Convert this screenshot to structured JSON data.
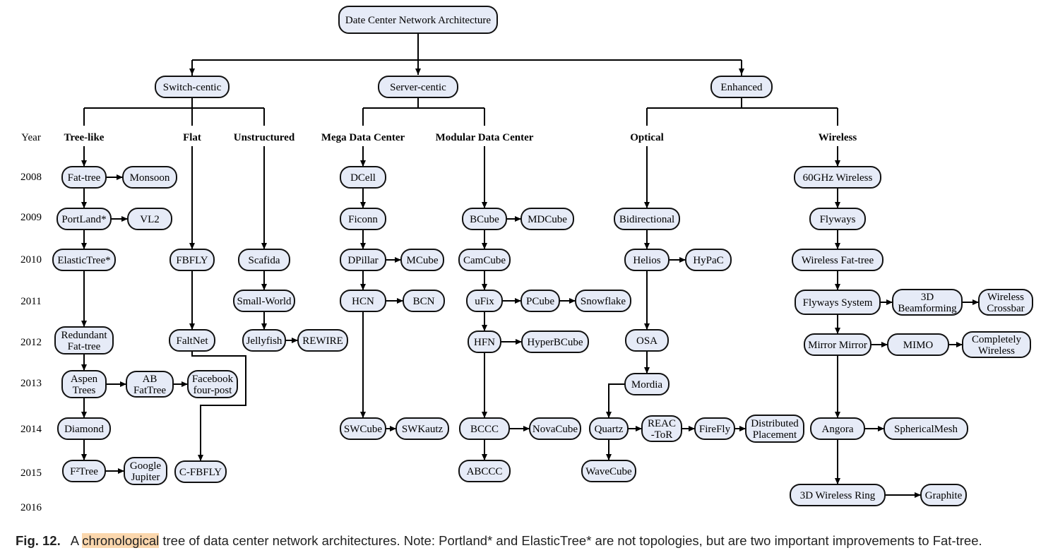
{
  "nodes": [
    {
      "id": "root",
      "lines": [
        "Date Center Network Architecture"
      ]
    },
    {
      "id": "switch",
      "lines": [
        "Switch-centic"
      ]
    },
    {
      "id": "server",
      "lines": [
        "Server-centic"
      ]
    },
    {
      "id": "enhanced",
      "lines": [
        "Enhanced"
      ]
    },
    {
      "id": "fattree",
      "lines": [
        "Fat-tree"
      ]
    },
    {
      "id": "monsoon",
      "lines": [
        "Monsoon"
      ]
    },
    {
      "id": "portland",
      "lines": [
        "PortLand*"
      ]
    },
    {
      "id": "vl2",
      "lines": [
        "VL2"
      ]
    },
    {
      "id": "elastictree",
      "lines": [
        "ElasticTree*"
      ]
    },
    {
      "id": "redundant",
      "lines": [
        "Redundant",
        "Fat-tree"
      ]
    },
    {
      "id": "aspen",
      "lines": [
        "Aspen",
        "Trees"
      ]
    },
    {
      "id": "abfattree",
      "lines": [
        "AB",
        "FatTree"
      ]
    },
    {
      "id": "facebook",
      "lines": [
        "Facebook",
        "four-post"
      ]
    },
    {
      "id": "diamond",
      "lines": [
        "Diamond"
      ]
    },
    {
      "id": "f2tree",
      "lines": [
        "F²Tree"
      ]
    },
    {
      "id": "google",
      "lines": [
        "Google",
        "Jupiter"
      ]
    },
    {
      "id": "fbfly",
      "lines": [
        "FBFLY"
      ]
    },
    {
      "id": "faltnet",
      "lines": [
        "FaltNet"
      ]
    },
    {
      "id": "cfbfly",
      "lines": [
        "C-FBFLY"
      ]
    },
    {
      "id": "scafida",
      "lines": [
        "Scafida"
      ]
    },
    {
      "id": "smallworld",
      "lines": [
        "Small-World"
      ]
    },
    {
      "id": "jellyfish",
      "lines": [
        "Jellyfish"
      ]
    },
    {
      "id": "rewire",
      "lines": [
        "REWIRE"
      ]
    },
    {
      "id": "dcell",
      "lines": [
        "DCell"
      ]
    },
    {
      "id": "ficonn",
      "lines": [
        "Ficonn"
      ]
    },
    {
      "id": "dpillar",
      "lines": [
        "DPillar"
      ]
    },
    {
      "id": "mcube",
      "lines": [
        "MCube"
      ]
    },
    {
      "id": "hcn",
      "lines": [
        "HCN"
      ]
    },
    {
      "id": "bcn",
      "lines": [
        "BCN"
      ]
    },
    {
      "id": "swcube",
      "lines": [
        "SWCube"
      ]
    },
    {
      "id": "swkautz",
      "lines": [
        "SWKautz"
      ]
    },
    {
      "id": "bcube",
      "lines": [
        "BCube"
      ]
    },
    {
      "id": "mdcube",
      "lines": [
        "MDCube"
      ]
    },
    {
      "id": "camcube",
      "lines": [
        "CamCube"
      ]
    },
    {
      "id": "ufix",
      "lines": [
        "uFix"
      ]
    },
    {
      "id": "pcube",
      "lines": [
        "PCube"
      ]
    },
    {
      "id": "snowflake",
      "lines": [
        "Snowflake"
      ]
    },
    {
      "id": "hfn",
      "lines": [
        "HFN"
      ]
    },
    {
      "id": "hyperbcube",
      "lines": [
        "HyperBCube"
      ]
    },
    {
      "id": "bccc",
      "lines": [
        "BCCC"
      ]
    },
    {
      "id": "novacube",
      "lines": [
        "NovaCube"
      ]
    },
    {
      "id": "abccc",
      "lines": [
        "ABCCC"
      ]
    },
    {
      "id": "bidirectional",
      "lines": [
        "Bidirectional"
      ]
    },
    {
      "id": "helios",
      "lines": [
        "Helios"
      ]
    },
    {
      "id": "hypac",
      "lines": [
        "HyPaC"
      ]
    },
    {
      "id": "osa",
      "lines": [
        "OSA"
      ]
    },
    {
      "id": "mordia",
      "lines": [
        "Mordia"
      ]
    },
    {
      "id": "quartz",
      "lines": [
        "Quartz"
      ]
    },
    {
      "id": "reactor",
      "lines": [
        "REAC",
        "-ToR"
      ]
    },
    {
      "id": "firefly",
      "lines": [
        "FireFly"
      ]
    },
    {
      "id": "distributed",
      "lines": [
        "Distributed",
        "Placement"
      ]
    },
    {
      "id": "wavecube",
      "lines": [
        "WaveCube"
      ]
    },
    {
      "id": "w60ghz",
      "lines": [
        "60GHz Wireless"
      ]
    },
    {
      "id": "flyways",
      "lines": [
        "Flyways"
      ]
    },
    {
      "id": "wfattree",
      "lines": [
        "Wireless Fat-tree"
      ]
    },
    {
      "id": "flywayssys",
      "lines": [
        "Flyways System"
      ]
    },
    {
      "id": "beamforming",
      "lines": [
        "3D",
        "Beamforming"
      ]
    },
    {
      "id": "crossbar",
      "lines": [
        "Wireless",
        "Crossbar"
      ]
    },
    {
      "id": "mirror",
      "lines": [
        "Mirror Mirror"
      ]
    },
    {
      "id": "mimo",
      "lines": [
        "MIMO"
      ]
    },
    {
      "id": "completely",
      "lines": [
        "Completely",
        "Wireless"
      ]
    },
    {
      "id": "angora",
      "lines": [
        "Angora"
      ]
    },
    {
      "id": "spherical",
      "lines": [
        "SphericalMesh"
      ]
    },
    {
      "id": "ring3d",
      "lines": [
        "3D Wireless Ring"
      ]
    },
    {
      "id": "graphite",
      "lines": [
        "Graphite"
      ]
    }
  ],
  "categories": {
    "year_header": "Year",
    "tree_like": "Tree-like",
    "flat": "Flat",
    "unstructured": "Unstructured",
    "mega": "Mega Data Center",
    "modular": "Modular Data Center",
    "optical": "Optical",
    "wireless": "Wireless"
  },
  "years": [
    "2008",
    "2009",
    "2010",
    "2011",
    "2012",
    "2013",
    "2014",
    "2015",
    "2016"
  ],
  "caption": {
    "fig": "Fig. 12.",
    "pre": "A",
    "highlight": "chronological",
    "post": "tree of data center network architectures. Note: Portland* and ElasticTree* are not topologies, but are two important improvements to Fat-tree."
  },
  "colors": {
    "node_fill": "#e6ebf7",
    "node_stroke": "#111111",
    "highlight": "#fbd7ad"
  }
}
